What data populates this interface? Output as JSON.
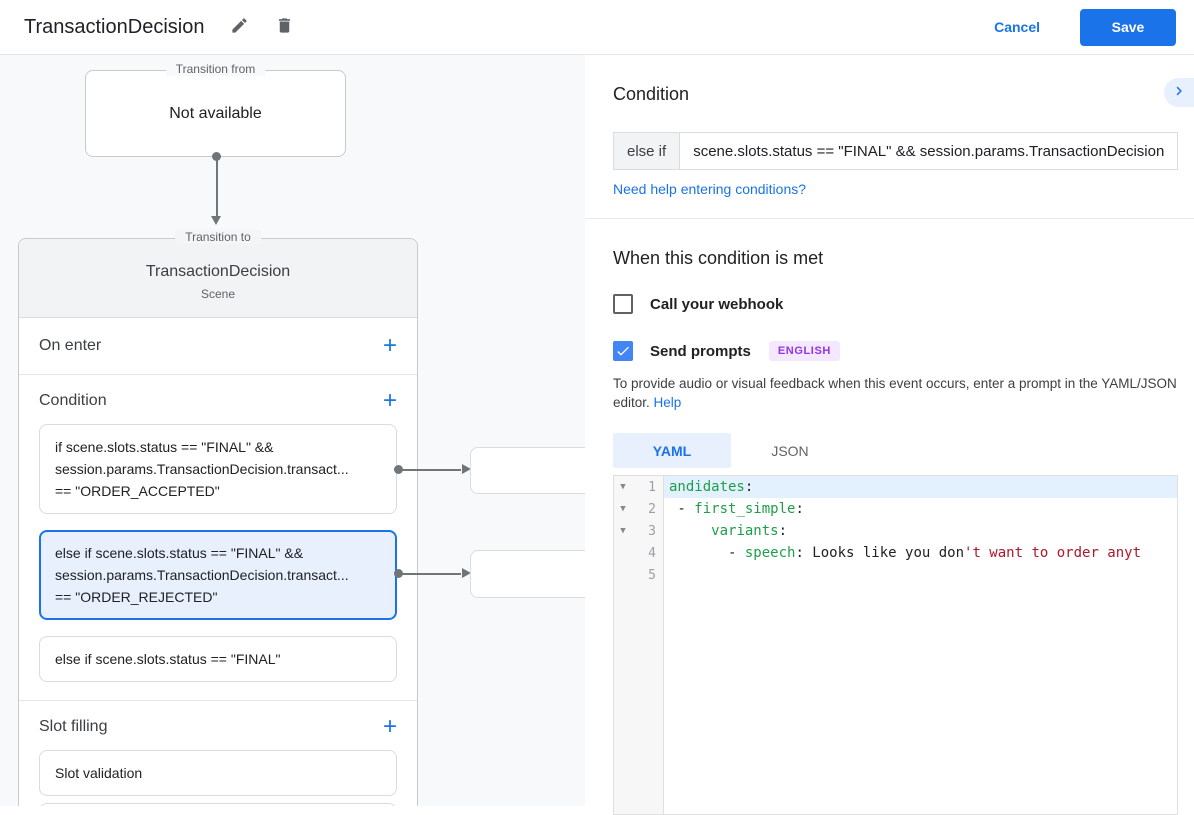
{
  "colors": {
    "accent": "#1a73e8",
    "selected_bg": "#e8f0fe",
    "selected_border": "#1a73e8",
    "badge_bg": "#f3e8fd",
    "badge_fg": "#9334e6",
    "code_key": "#1e9e4a",
    "code_string": "#b0162c",
    "checkbox_fill": "#4285f4",
    "active_line": "#e3f1ff"
  },
  "header": {
    "title": "TransactionDecision",
    "cancel_label": "Cancel",
    "save_label": "Save"
  },
  "canvas": {
    "transition_from": {
      "legend": "Transition from",
      "content": "Not available"
    },
    "transition_to": {
      "legend": "Transition to",
      "title": "TransactionDecision",
      "subtitle": "Scene",
      "on_enter": {
        "label": "On enter"
      },
      "condition": {
        "label": "Condition",
        "cards": [
          {
            "selected": false,
            "lines": [
              "if scene.slots.status == \"FINAL\" &&",
              "session.params.TransactionDecision.transact...",
              "== \"ORDER_ACCEPTED\""
            ]
          },
          {
            "selected": true,
            "lines": [
              "else if scene.slots.status == \"FINAL\" &&",
              "session.params.TransactionDecision.transact...",
              "== \"ORDER_REJECTED\""
            ]
          },
          {
            "selected": false,
            "lines": [
              "else if scene.slots.status == \"FINAL\""
            ]
          }
        ]
      },
      "slot_filling": {
        "label": "Slot filling",
        "cards": [
          {
            "text": "Slot validation"
          }
        ]
      }
    }
  },
  "panel": {
    "condition": {
      "heading": "Condition",
      "prefix": "else if",
      "value": "scene.slots.status == \"FINAL\" && session.params.TransactionDecision.",
      "help_link": "Need help entering conditions?"
    },
    "when_met": {
      "heading": "When this condition is met",
      "webhook": {
        "label": "Call your webhook",
        "checked": false
      },
      "send_prompts": {
        "label": "Send prompts",
        "badge": "ENGLISH",
        "checked": true
      },
      "description": "To provide audio or visual feedback when this event occurs, enter a prompt in the YAML/JSON editor.",
      "help_label": "Help"
    },
    "editor": {
      "tabs": [
        {
          "label": "YAML",
          "active": true
        },
        {
          "label": "JSON",
          "active": false
        }
      ],
      "lines": [
        {
          "num": "1",
          "fold": true,
          "active": true,
          "segments": [
            {
              "text": "andidates",
              "type": "key"
            },
            {
              "text": ":",
              "type": "plain"
            }
          ]
        },
        {
          "num": "2",
          "fold": true,
          "active": false,
          "segments": [
            {
              "text": " - ",
              "type": "plain"
            },
            {
              "text": "first_simple",
              "type": "key"
            },
            {
              "text": ":",
              "type": "plain"
            }
          ]
        },
        {
          "num": "3",
          "fold": true,
          "active": false,
          "segments": [
            {
              "text": "     ",
              "type": "plain"
            },
            {
              "text": "variants",
              "type": "key"
            },
            {
              "text": ":",
              "type": "plain"
            }
          ]
        },
        {
          "num": "4",
          "fold": false,
          "active": false,
          "segments": [
            {
              "text": "       - ",
              "type": "plain"
            },
            {
              "text": "speech",
              "type": "key"
            },
            {
              "text": ": ",
              "type": "plain"
            },
            {
              "text": "Looks like you don",
              "type": "plain"
            },
            {
              "text": "'t want to order anyt",
              "type": "string"
            }
          ]
        },
        {
          "num": "5",
          "fold": false,
          "active": false,
          "segments": []
        }
      ]
    }
  }
}
